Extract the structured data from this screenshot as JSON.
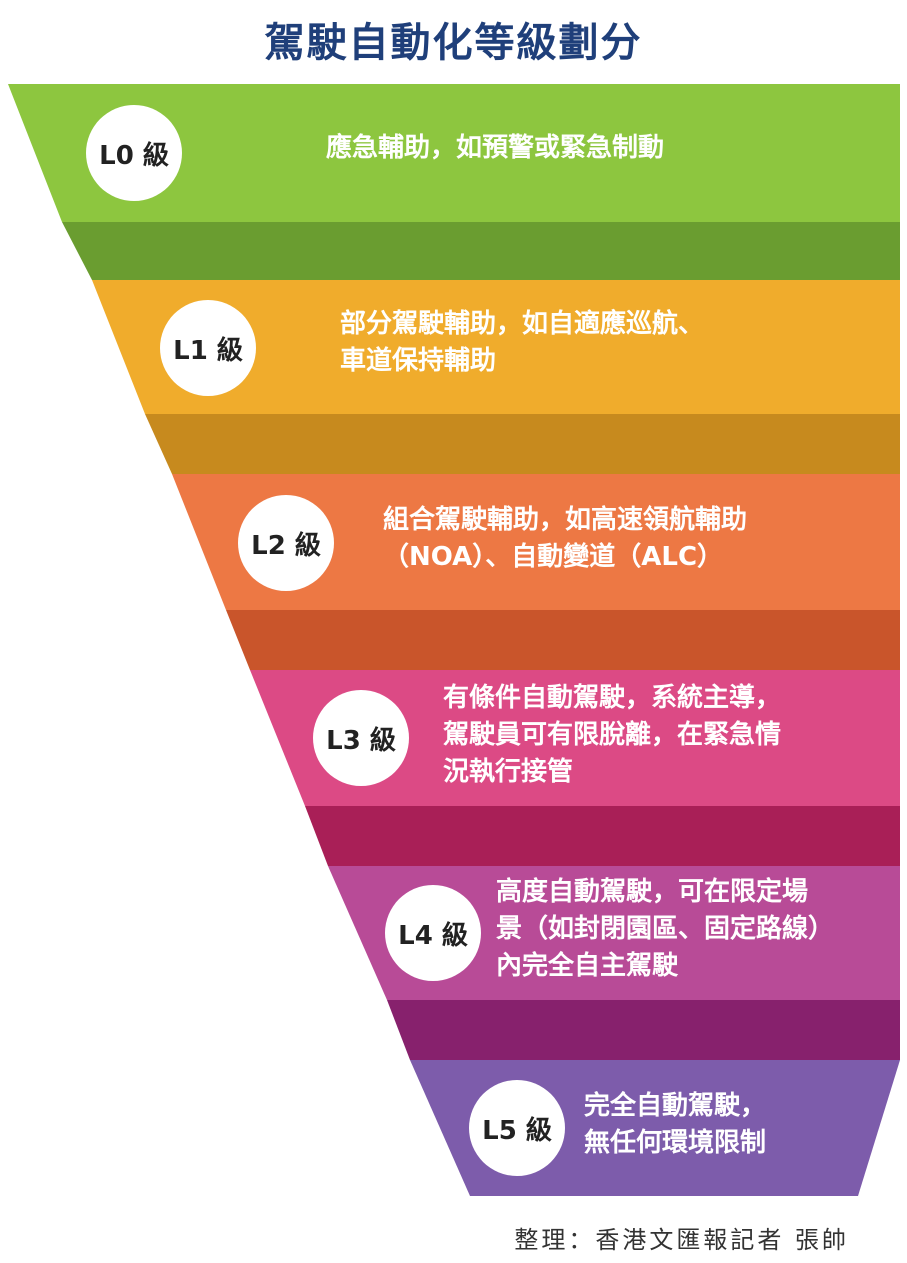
{
  "title": "駕駛自動化等級劃分",
  "colors": {
    "title": "#1f3f7a",
    "L0": "#8dc63f",
    "L0_shadow": "#6a9d30",
    "L1": "#f0ac2c",
    "L1_shadow": "#c78a1e",
    "L2": "#ed7844",
    "L2_shadow": "#c9552b",
    "L3": "#dc4a85",
    "L3_shadow": "#a91f57",
    "L4": "#b84b97",
    "L4_shadow": "#87216d",
    "L5": "#7d5cab"
  },
  "levels": [
    {
      "label": "L0 級",
      "lines": [
        "應急輔助，如預警或緊急制動"
      ]
    },
    {
      "label": "L1 級",
      "lines": [
        "部分駕駛輔助，如自適應巡航、",
        "車道保持輔助"
      ]
    },
    {
      "label": "L2 級",
      "lines": [
        "組合駕駛輔助，如高速領航輔助",
        "（NOA）、自動變道（ALC）"
      ]
    },
    {
      "label": "L3 級",
      "lines": [
        "有條件自動駕駛，系統主導，",
        "駕駛員可有限脫離，在緊急情",
        "況執行接管"
      ]
    },
    {
      "label": "L4 級",
      "lines": [
        "高度自動駕駛，可在限定場",
        "景（如封閉園區、固定路線）",
        "內完全自主駕駛"
      ]
    },
    {
      "label": "L5 級",
      "lines": [
        "完全自動駕駛，",
        "無任何環境限制"
      ]
    }
  ],
  "credit": "整理：香港文匯報記者 張帥"
}
